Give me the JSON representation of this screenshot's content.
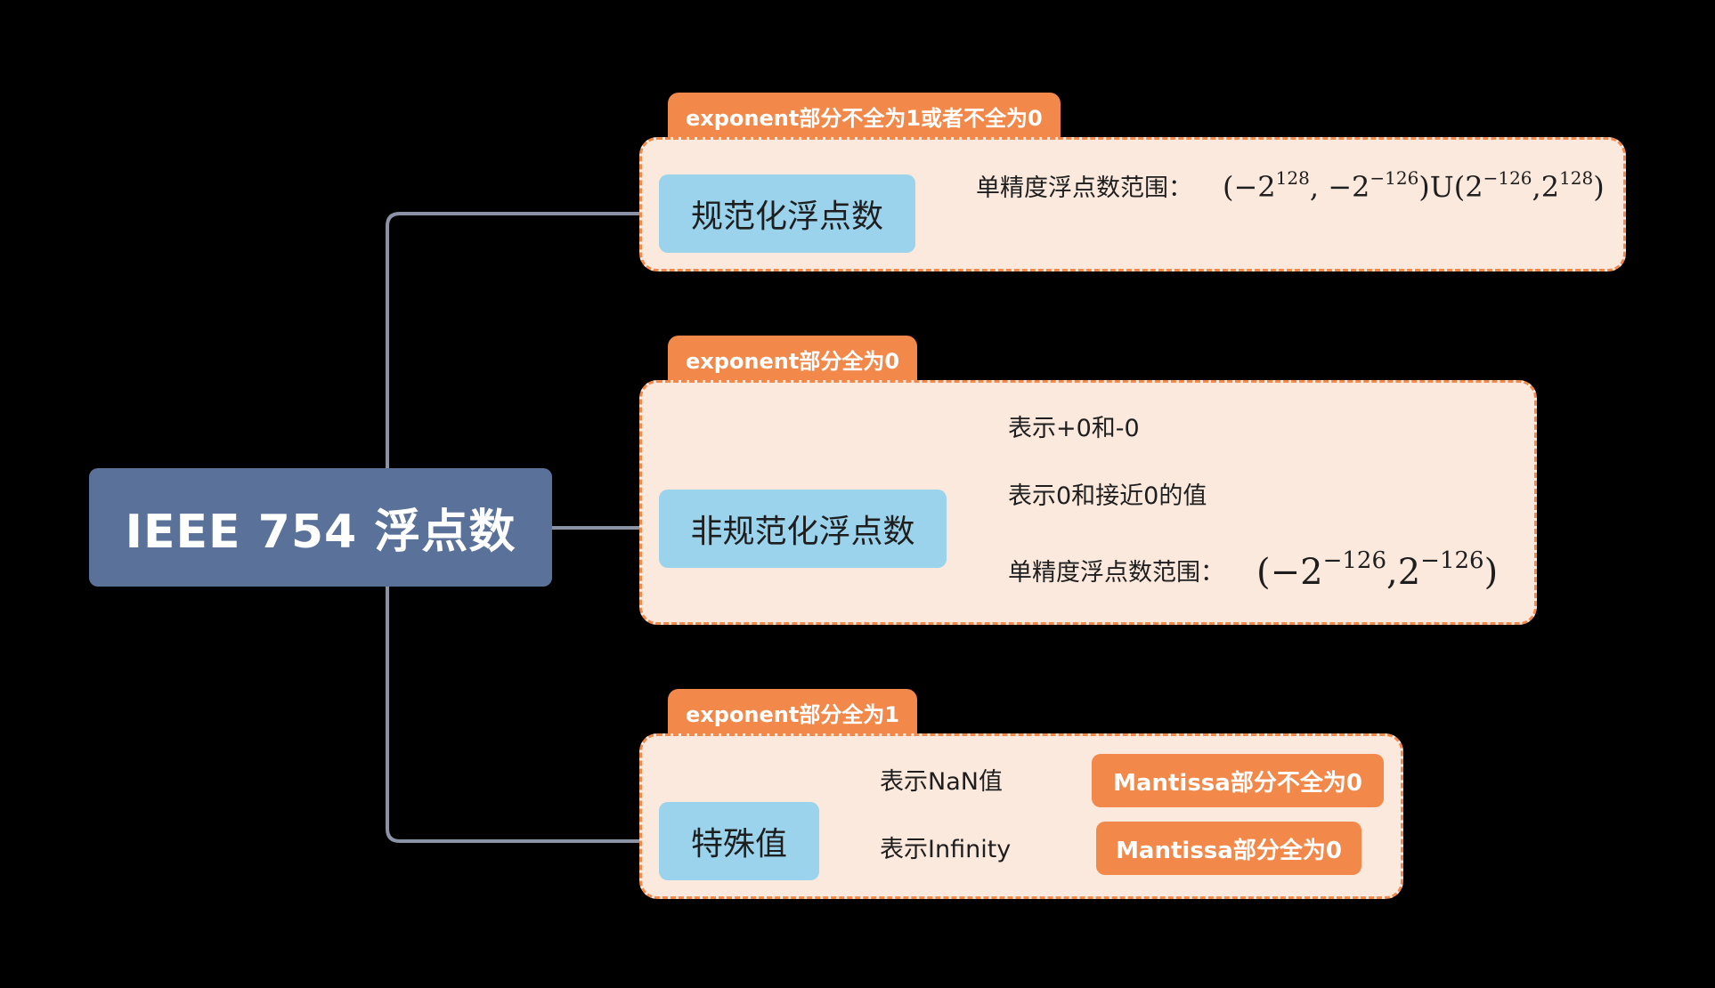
{
  "root": {
    "label": "IEEE 754 浮点数"
  },
  "groups": [
    {
      "tag": "exponent部分不全为1或者不全为0",
      "branch": "规范化浮点数",
      "leaves": [
        {
          "text": "单精度浮点数范围：",
          "math": {
            "p1": "(−2",
            "e1": "128",
            "p2": ", −2",
            "e2": "−126",
            "p3": ")U(2",
            "e3": "−126",
            "p4": ",2",
            "e4": "128",
            "p5": ")"
          }
        }
      ]
    },
    {
      "tag": "exponent部分全为0",
      "branch": "非规范化浮点数",
      "leaves": [
        {
          "text": "表示+0和-0"
        },
        {
          "text": "表示0和接近0的值"
        },
        {
          "text": "单精度浮点数范围：",
          "math": {
            "p1": "(−2",
            "e1": "−126",
            "p2": ",2",
            "e2": "−126",
            "p3": ")"
          }
        }
      ]
    },
    {
      "tag": "exponent部分全为1",
      "branch": "特殊值",
      "leaves": [
        {
          "text": "表示NaN值",
          "detail": "Mantissa部分不全为0"
        },
        {
          "text": "表示Infinity",
          "detail": "Mantissa部分全为0"
        }
      ]
    }
  ],
  "colors": {
    "background": "#000000",
    "root": "#5A7199",
    "branch": "#9AD3EB",
    "group_fill": "#FAE9DC",
    "accent_orange": "#F2884A",
    "connector": "#8A94A6",
    "text": "#1e1e1e"
  }
}
